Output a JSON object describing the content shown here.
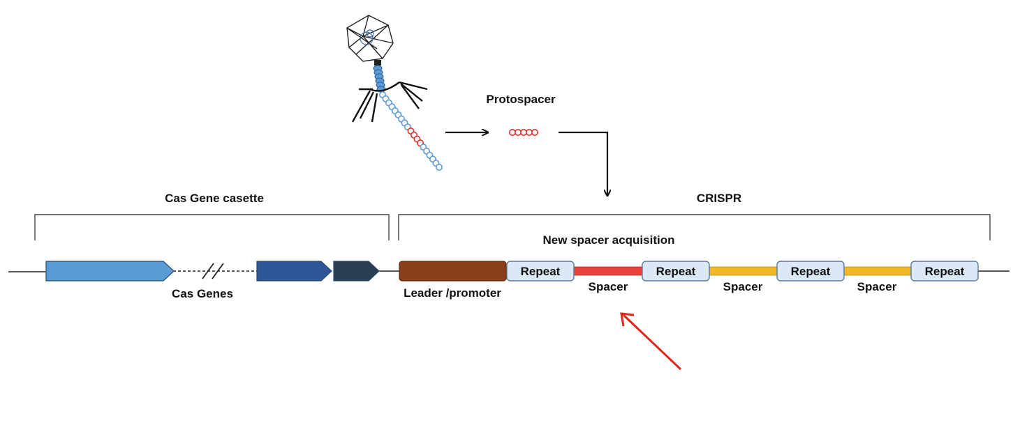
{
  "labels": {
    "protospacer": "Protospacer",
    "cas_cassette": "Cas Gene casette",
    "crispr": "CRISPR",
    "new_spacer": "New spacer acquisition",
    "cas_genes": "Cas Genes",
    "leader": "Leader /promoter",
    "repeat_1": "Repeat",
    "repeat_2": "Repeat",
    "repeat_3": "Repeat",
    "repeat_4": "Repeat",
    "spacer_1": "Spacer",
    "spacer_2": "Spacer",
    "spacer_3": "Spacer"
  },
  "colors": {
    "gene_light_blue": "#5b9bd5",
    "gene_dark_blue": "#2e5597",
    "gene_navy": "#2c3e55",
    "leader_brown": "#8b3e1a",
    "repeat_fill": "#dbe9f6",
    "repeat_stroke": "#5d7a99",
    "new_spacer_red": "#e8413c",
    "spacer_yellow": "#f2b825",
    "highlight_arrow": "#e0251b",
    "phage_dna_blue": "#5b9bd5",
    "phage_dna_red": "#d9342b"
  }
}
